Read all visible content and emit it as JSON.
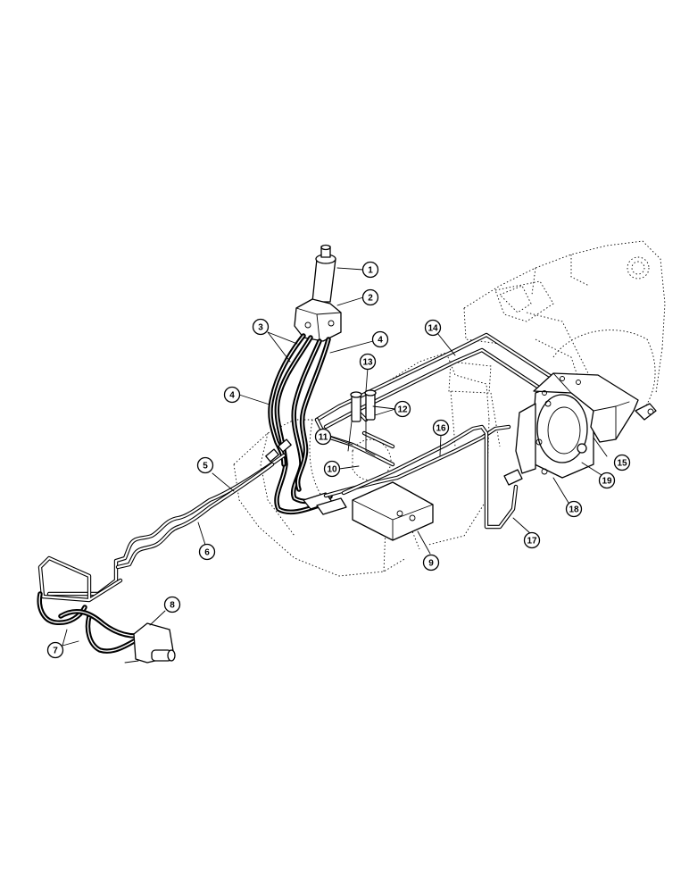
{
  "diagram": {
    "callouts": [
      {
        "id": "c1",
        "label": "1"
      },
      {
        "id": "c2",
        "label": "2"
      },
      {
        "id": "c3",
        "label": "3"
      },
      {
        "id": "c4a",
        "label": "4"
      },
      {
        "id": "c4b",
        "label": "4"
      },
      {
        "id": "c5",
        "label": "5"
      },
      {
        "id": "c6",
        "label": "6"
      },
      {
        "id": "c7",
        "label": "7"
      },
      {
        "id": "c8",
        "label": "8"
      },
      {
        "id": "c9",
        "label": "9"
      },
      {
        "id": "c10",
        "label": "10"
      },
      {
        "id": "c11",
        "label": "11"
      },
      {
        "id": "c12",
        "label": "12"
      },
      {
        "id": "c13",
        "label": "13"
      },
      {
        "id": "c14",
        "label": "14"
      },
      {
        "id": "c15",
        "label": "15"
      },
      {
        "id": "c16",
        "label": "16"
      },
      {
        "id": "c17",
        "label": "17"
      },
      {
        "id": "c18",
        "label": "18"
      },
      {
        "id": "c19",
        "label": "19"
      }
    ]
  }
}
